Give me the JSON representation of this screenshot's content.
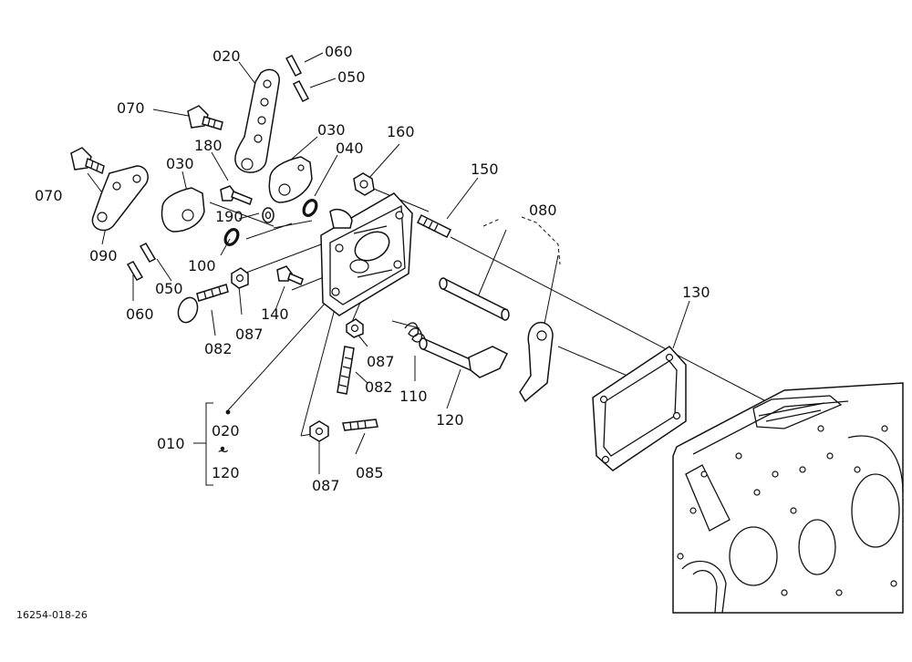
{
  "diagram": {
    "drawing_number": "16254-018-26",
    "labels": {
      "l020": "020",
      "l060a": "060",
      "l050a": "050",
      "l070a": "070",
      "l030a": "030",
      "l040": "040",
      "l160": "160",
      "l180": "180",
      "l070b": "070",
      "l030b": "030",
      "l150": "150",
      "l080": "080",
      "l190": "190",
      "l090": "090",
      "l100": "100",
      "l050b": "050",
      "l060b": "060",
      "l130": "130",
      "l140": "140",
      "l087a": "087",
      "l082a": "082",
      "l087b": "087",
      "l082b": "082",
      "l110": "110",
      "l120": "120",
      "l010": "010",
      "l020b": "020",
      "ltilde": "~",
      "l120b": "120",
      "l087c": "087",
      "l085": "085"
    }
  }
}
